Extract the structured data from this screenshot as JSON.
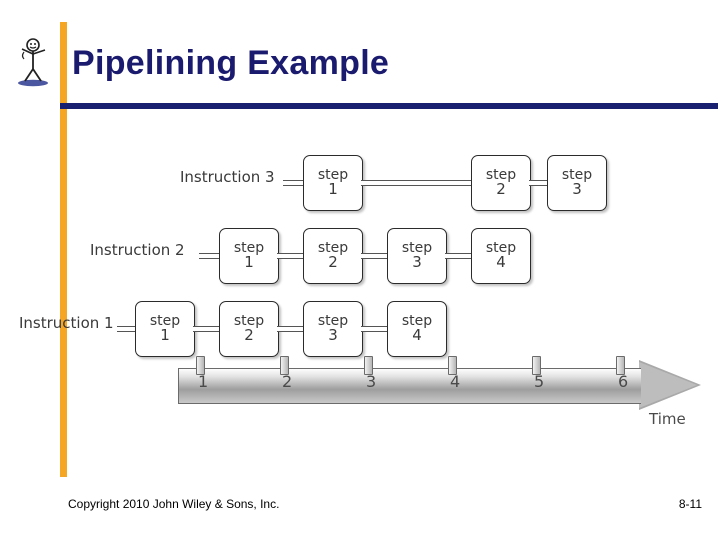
{
  "slide": {
    "title": "Pipelining Example",
    "accent_orange": "#f5a623",
    "accent_navy": "#1a2070",
    "title_color": "#1a1a6e"
  },
  "footer": {
    "copyright": "Copyright 2010 John Wiley & Sons, Inc.",
    "page": "8-11"
  },
  "diagram": {
    "type": "pipeline-timeline",
    "time_axis_label": "Time",
    "ticks": [
      "1",
      "2",
      "3",
      "4",
      "5",
      "6"
    ],
    "step_word": "step",
    "rows": [
      {
        "label": "Instruction 3",
        "start_tick": 3,
        "steps": [
          "1",
          "2",
          "3"
        ],
        "step_positions": [
          3,
          5,
          6
        ]
      },
      {
        "label": "Instruction 2",
        "start_tick": 2,
        "steps": [
          "1",
          "2",
          "3",
          "4"
        ],
        "step_positions": [
          2,
          3,
          4,
          5
        ]
      },
      {
        "label": "Instruction 1",
        "start_tick": 1,
        "steps": [
          "1",
          "2",
          "3",
          "4"
        ],
        "step_positions": [
          1,
          2,
          3,
          4
        ]
      }
    ]
  }
}
